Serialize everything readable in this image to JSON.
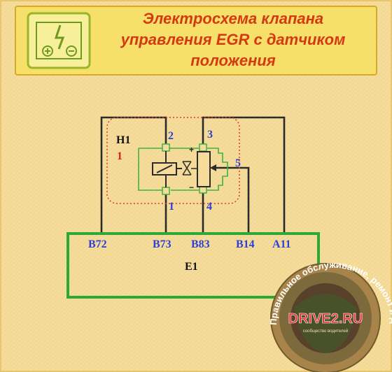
{
  "header": {
    "title_lines": [
      "Электросхема клапана",
      "управления EGR с датчиком",
      "положения"
    ]
  },
  "diagram": {
    "component_label": "H1",
    "component_sub": "1",
    "pins": {
      "p1": "1",
      "p2": "2",
      "p3": "3",
      "p4": "4",
      "p5": "5"
    },
    "ecu_label": "E1",
    "ecu_pins": [
      "B72",
      "B73",
      "B83",
      "B14",
      "A11"
    ]
  },
  "watermark": {
    "brand": "DRIVE2.RU",
    "ring_text": "Правильное обслуживание, ремонт и диагностика",
    "tagline": "сообщество водителей"
  },
  "colors": {
    "background": "#f5dc9a",
    "header_bg": "#f6e06a",
    "title": "#d33a12",
    "wire": "#2b2b2b",
    "ecu_box": "#2ea836",
    "component_green": "#3fb14a",
    "dotted_red": "#e23535",
    "pin_label": "#2f3fd6"
  }
}
